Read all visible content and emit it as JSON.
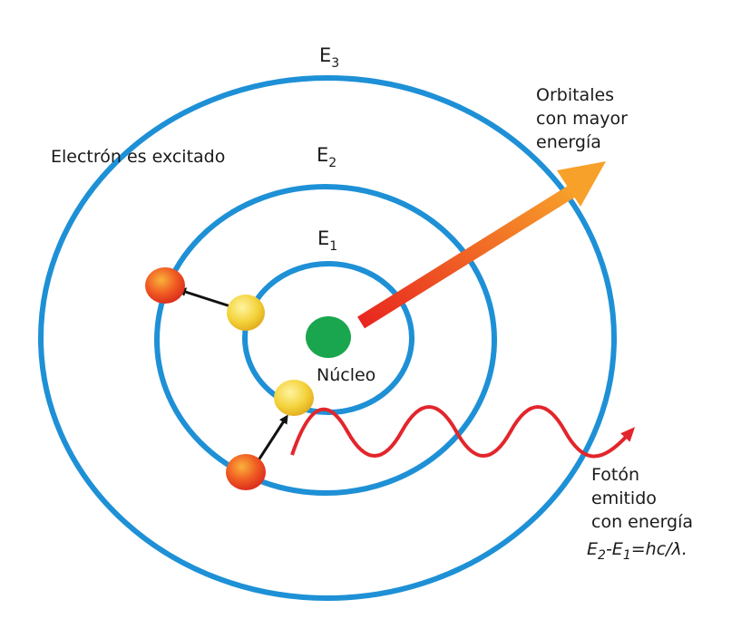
{
  "levels": {
    "e3": {
      "main": "E",
      "sub": "3"
    },
    "e2": {
      "main": "E",
      "sub": "2"
    },
    "e1": {
      "main": "E",
      "sub": "1"
    }
  },
  "labels": {
    "excited": "Electrón es excitado",
    "nucleus": "Núcleo",
    "higher_orbitals": [
      "Orbitales",
      "con mayor",
      "energía"
    ],
    "photon": [
      "Fotón",
      "emitido",
      "con energía"
    ],
    "formula": {
      "e": "E",
      "s2": "2",
      "dash": "-",
      "s1": "1",
      "rest": "=hc/λ."
    }
  },
  "colors": {
    "orbit": "#1e90d6",
    "nucleus": "#1aa64e",
    "electron_ground": "#f3d23a",
    "electron_excited": "#f05a22",
    "arrow_gradient_start": "#e8261f",
    "arrow_gradient_end": "#f7a02a",
    "photon_wave": "#e2262b"
  }
}
